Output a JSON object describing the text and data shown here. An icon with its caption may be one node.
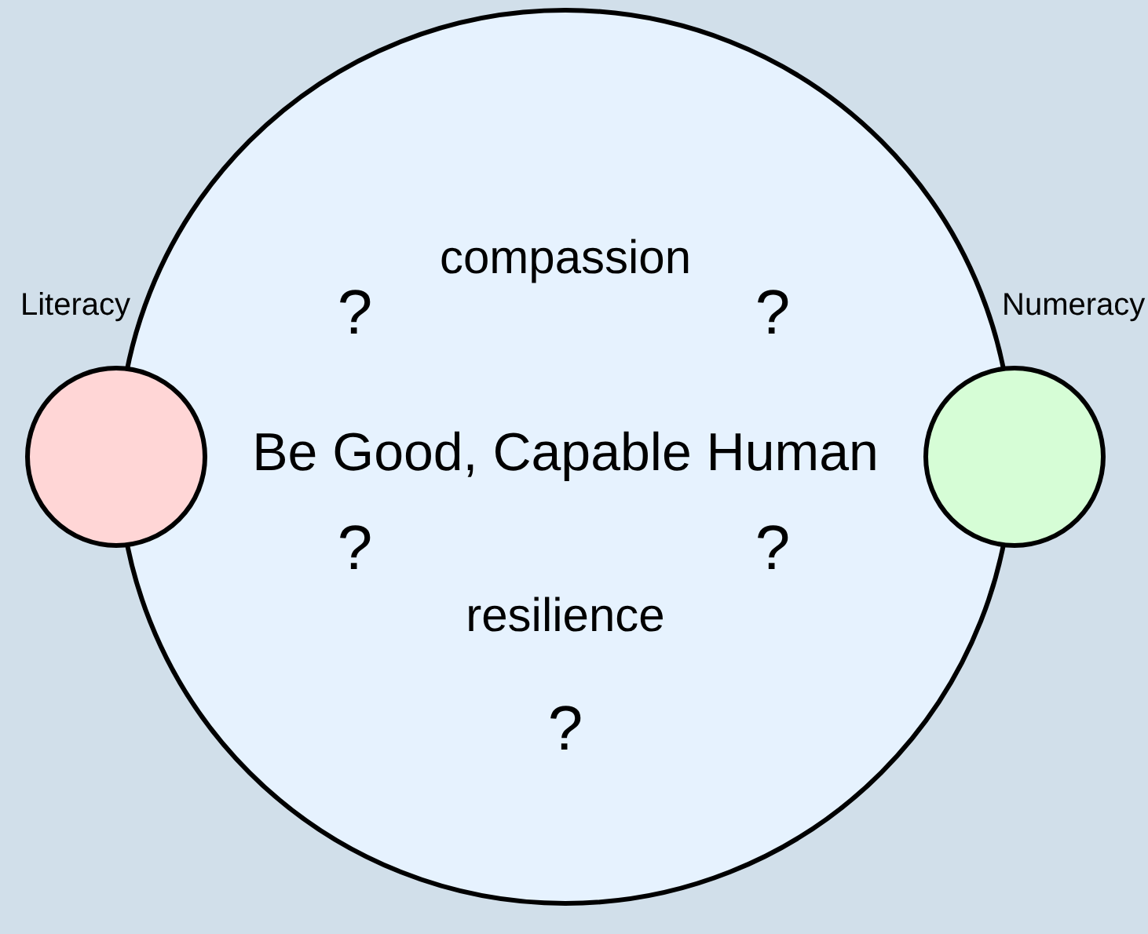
{
  "diagram": {
    "nodes": [
      {
        "text": [
          "Be Good, Capable Human"
        ]
      },
      {
        "text": [
          "Literacy"
        ]
      },
      {
        "text": [
          "Numeracy"
        ]
      }
    ],
    "labels": [
      "compassion",
      "?",
      "?",
      "?",
      "?",
      "resilience",
      "?"
    ]
  }
}
